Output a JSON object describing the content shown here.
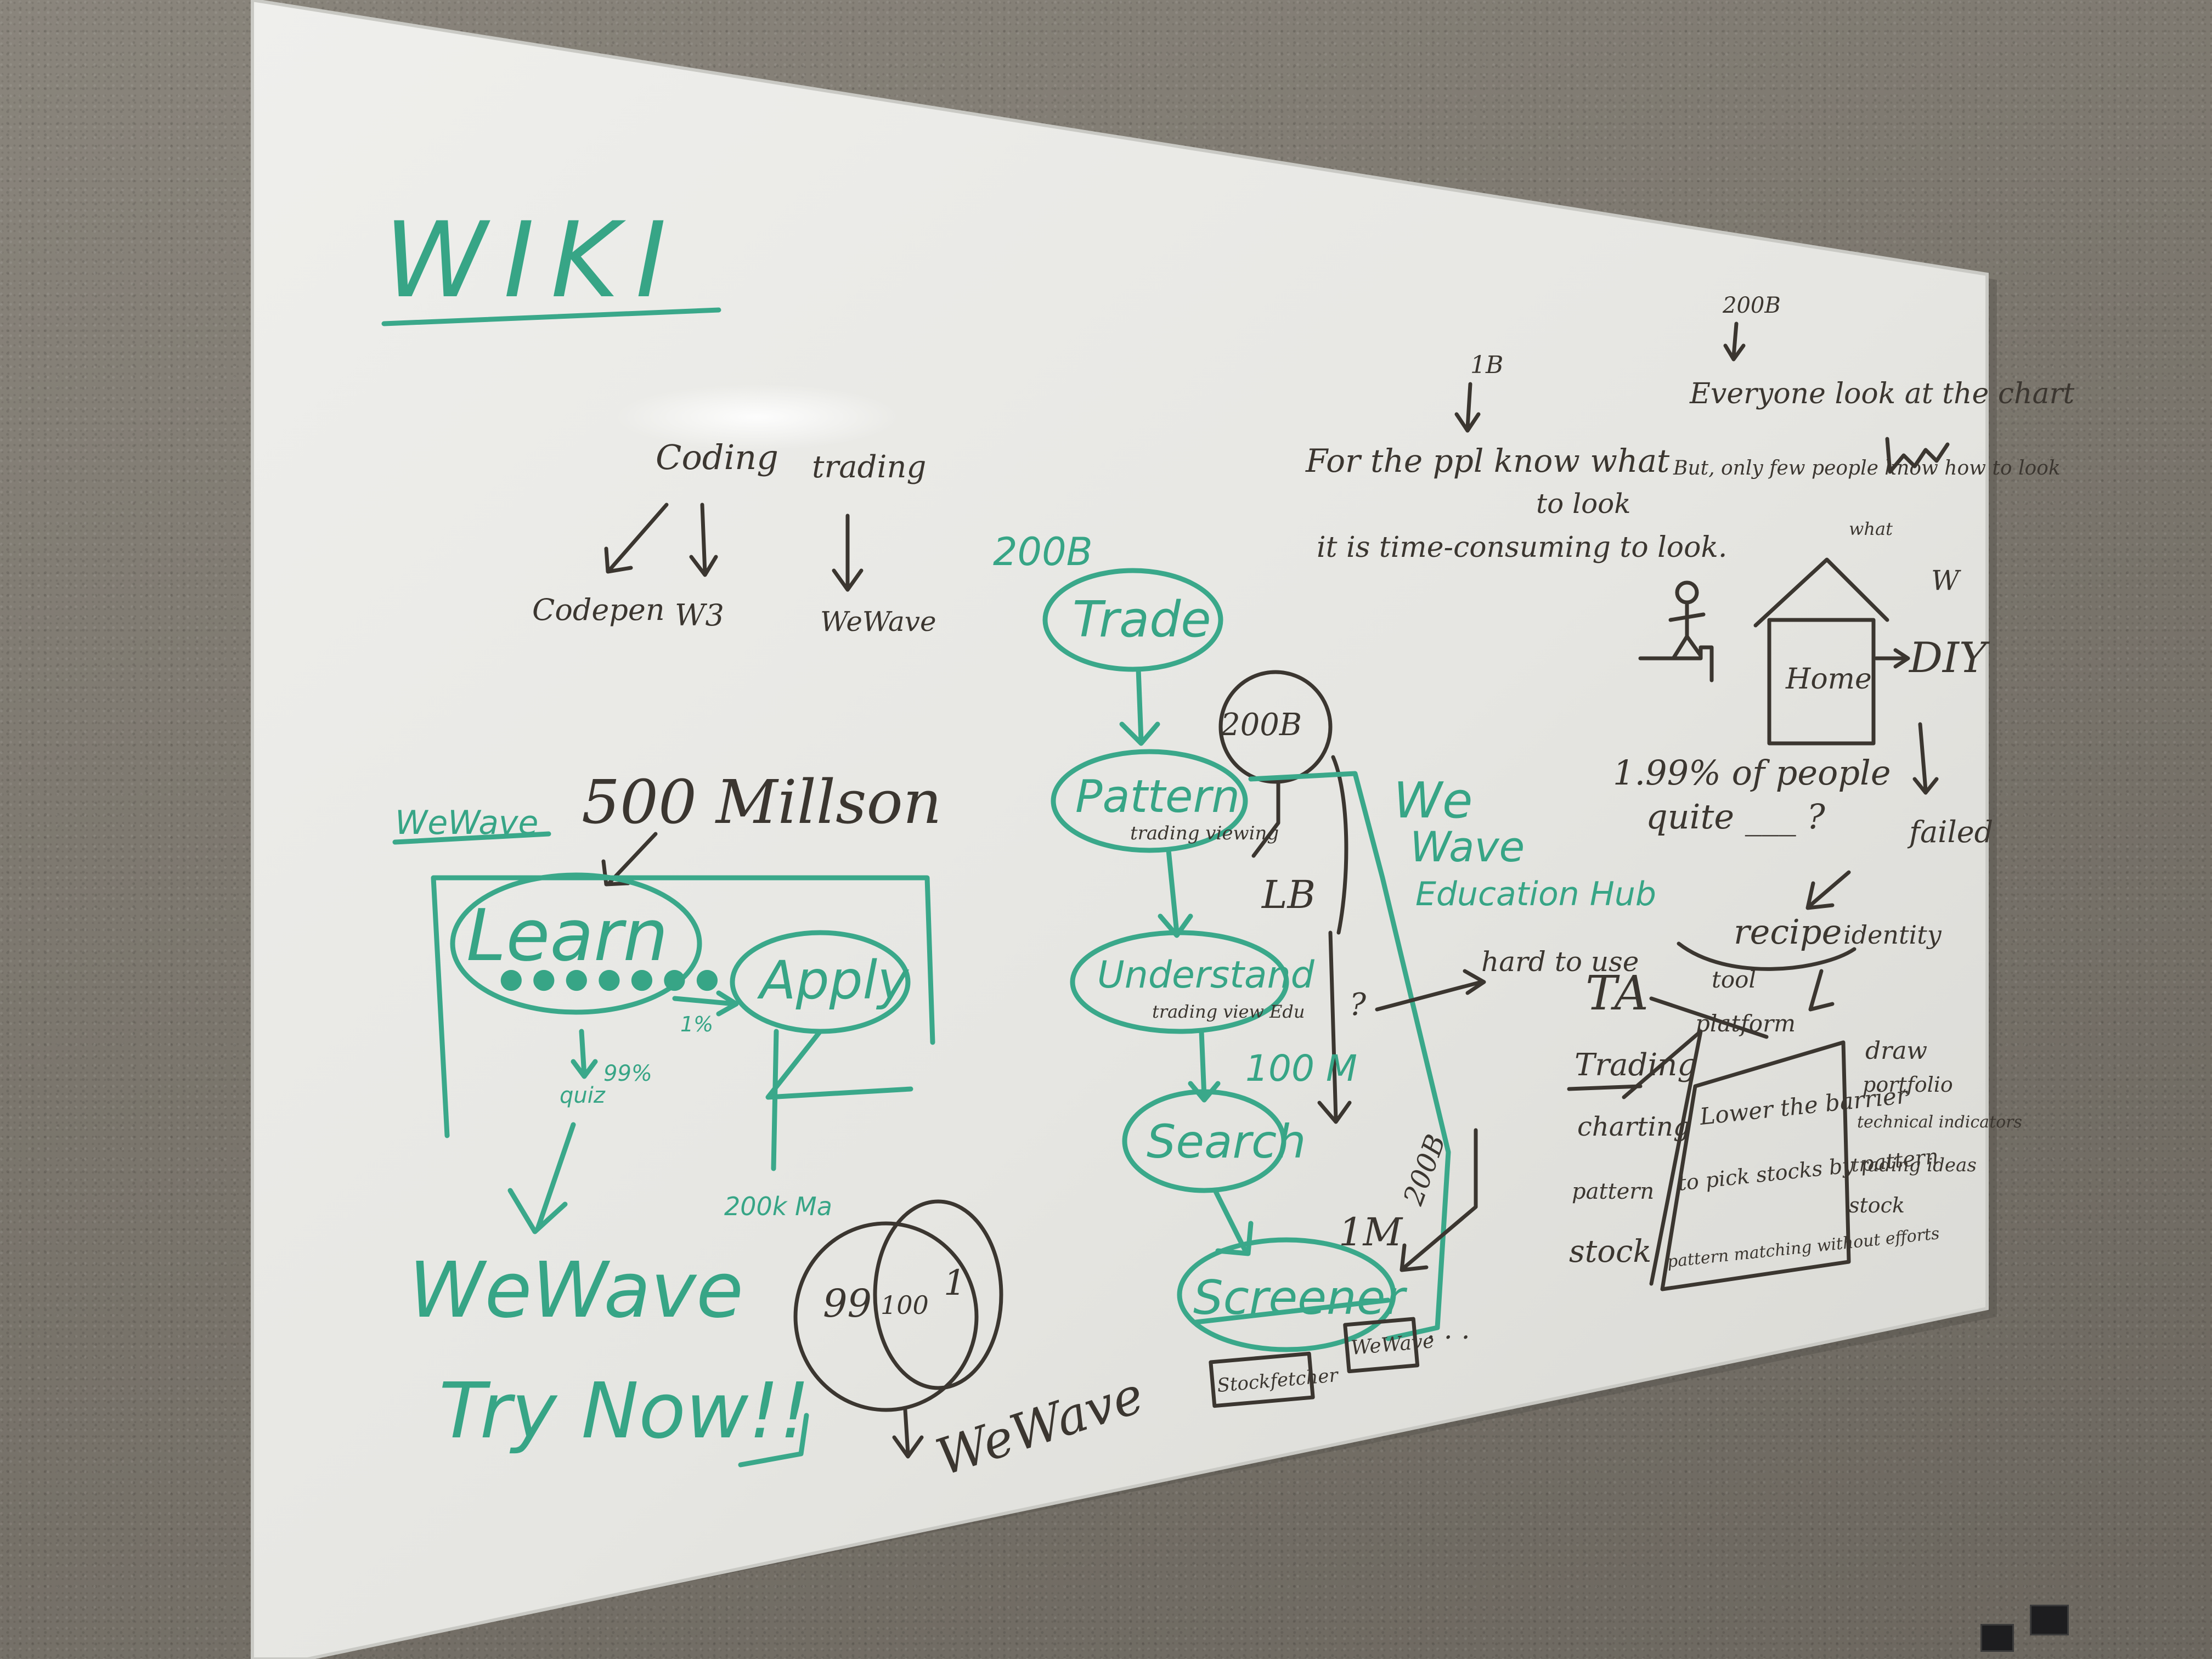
{
  "board": {
    "title": "WIKI",
    "tree": {
      "parents": [
        "Coding",
        "trading"
      ],
      "children": [
        "Codepen",
        "W3",
        "WeWave"
      ]
    },
    "funnel": {
      "brand_tag": "WeWave",
      "audience": "500 Millson",
      "learn": "Learn",
      "apply": "Apply",
      "edge_pct": "1%",
      "drop_note": "99%",
      "quiz_note": "quiz",
      "conversion": "200k Ma",
      "cta_brand": "WeWave",
      "cta": "Try Now!!"
    },
    "venn": {
      "left": "99",
      "overlap": "100",
      "right": "1",
      "label": "WeWave"
    },
    "flow": {
      "size_label": "200B",
      "steps": [
        {
          "label": "Trade",
          "note": ""
        },
        {
          "label": "Pattern",
          "note": "trading viewing"
        },
        {
          "label": "Understand",
          "note": "trading view Edu"
        },
        {
          "label": "Search",
          "note": ""
        },
        {
          "label": "Screener",
          "note": ""
        }
      ],
      "side_circle": "200B",
      "lb": "LB",
      "hub_title": [
        "We",
        "Wave",
        "Education Hub"
      ],
      "question": "?",
      "hard": "hard to use",
      "m100": "100 M",
      "m1": "1M",
      "m200b": "200B",
      "box_left": "Stockfetcher",
      "box_right": "WeWave",
      "ellipsis": ". . ."
    },
    "notes": {
      "header_b": "1B",
      "line1": "For the ppl know what",
      "line1b": "to look",
      "line2": "it is time-consuming to look.",
      "header_c": "200B",
      "line3": "Everyone look at the chart",
      "line4": "But, only few people know how to look",
      "line4b": "what",
      "home": "Home",
      "diy": "DIY",
      "w": "W",
      "stat": "1.99% of people",
      "stat2": "quite ___ ?",
      "failed": "failed",
      "recipe": "recipe",
      "tool": "tool",
      "platform": "platform",
      "identity": "identity",
      "ta": "TA",
      "trading": "Trading",
      "left_list": [
        "charting",
        "pattern",
        "stock"
      ],
      "mid_1": "Lower the barrier",
      "mid_2": "to pick stocks by pattern",
      "mid_3": "pattern matching without efforts",
      "right_list": [
        "draw",
        "portfolio",
        "technical indicators",
        "trading ideas",
        "stock"
      ]
    }
  },
  "colors": {
    "green_marker": "#3aa88a",
    "dark_marker": "#3b3630",
    "board": "#e9e8e4"
  }
}
